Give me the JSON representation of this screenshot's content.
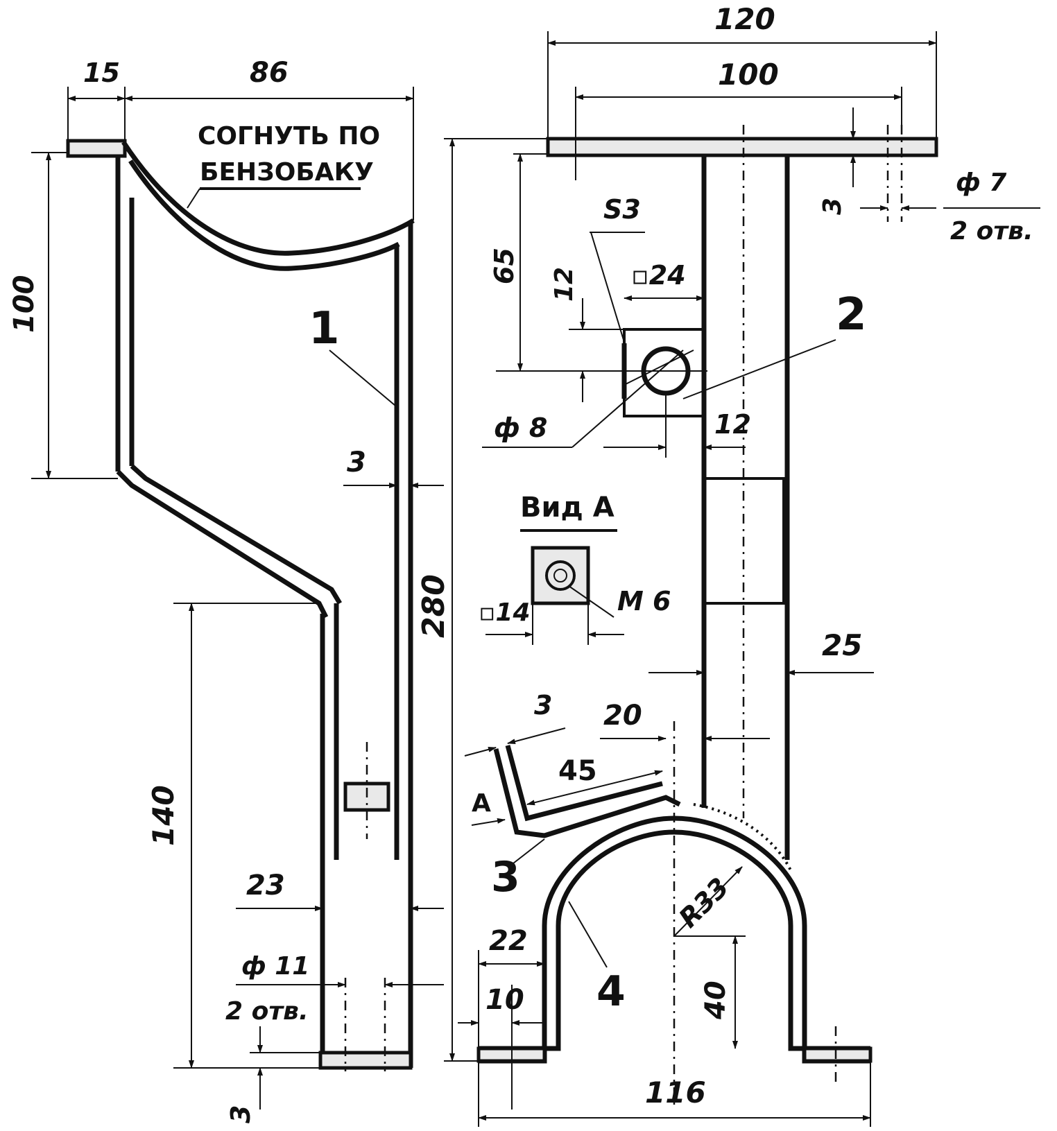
{
  "labels": {
    "bend_note_line1": "СОГНУТЬ ПО",
    "bend_note_line2": "БЕНЗОБАКУ",
    "view_a_title": "Вид А",
    "view_a_marker": "А",
    "part_1": "1",
    "part_2": "2",
    "part_3": "3",
    "part_4": "4"
  },
  "dimensions": {
    "d15": "15",
    "d86": "86",
    "d100_left": "100",
    "d3_wall": "3",
    "d140": "140",
    "d23": "23",
    "hole_11": "ф 11",
    "holes_2_left": "2 отв.",
    "d3_bottom": "3",
    "d120": "120",
    "d100_top": "100",
    "d3_top": "3",
    "hole_7": "ф 7",
    "holes_2_right": "2 отв.",
    "d65": "65",
    "s3": "S3",
    "sq24": "▫24",
    "d12_vert": "12",
    "d12_horiz": "12",
    "hole_8": "ф 8",
    "sq14": "▫14",
    "m6": "М 6",
    "d280": "280",
    "d25": "25",
    "s3_bracket": "3",
    "d20": "20",
    "d45": "45",
    "d22": "22",
    "d10": "10",
    "r33": "R33",
    "d40": "40",
    "d116": "116"
  }
}
